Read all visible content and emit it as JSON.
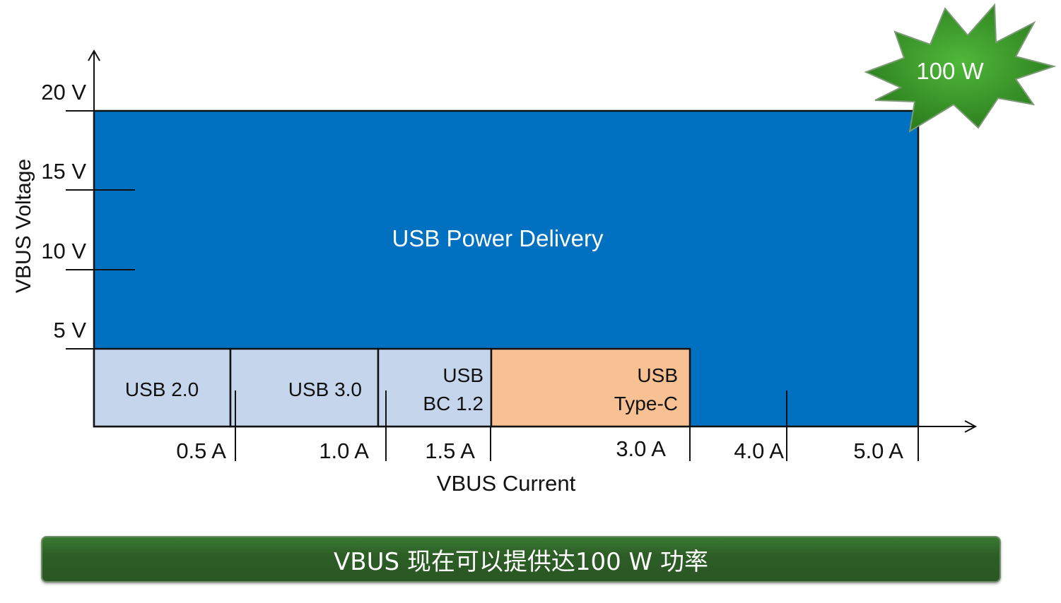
{
  "axes": {
    "y_label": "VBUS Voltage",
    "x_label": "VBUS Current",
    "y_ticks": [
      "20 V",
      "15 V",
      "10 V",
      "5 V"
    ],
    "x_ticks": [
      "0.5 A",
      "1.0 A",
      "1.5 A",
      "3.0 A",
      "4.0 A",
      "5.0 A"
    ]
  },
  "regions": {
    "power_delivery": "USB Power Delivery",
    "usb2": "USB 2.0",
    "usb3": "USB 3.0",
    "bc12_line1": "USB",
    "bc12_line2": "BC 1.2",
    "typec_line1": "USB",
    "typec_line2": "Type-C"
  },
  "badge": "100 W",
  "banner": "VBUS 现在可以提供达100 W 功率",
  "colors": {
    "power_delivery": "#0070c0",
    "legacy": "#c5d6ec",
    "type_c": "#f8c193",
    "badge": "#2e8a1e",
    "banner": "#2d5e26"
  }
}
